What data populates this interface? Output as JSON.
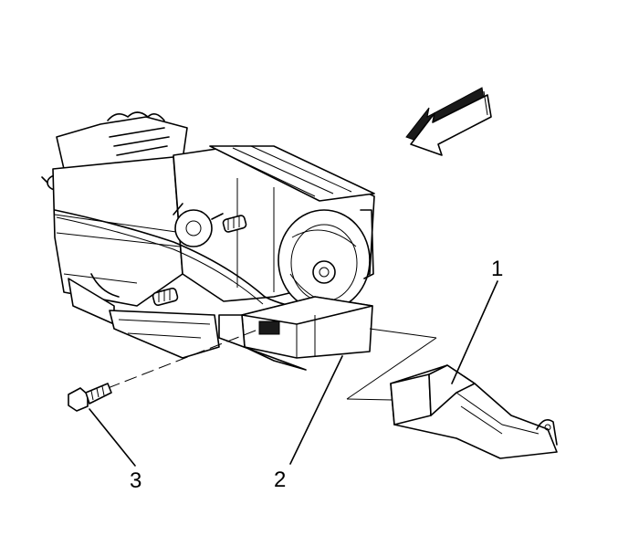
{
  "callouts": [
    {
      "id": "1",
      "label": "1"
    },
    {
      "id": "2",
      "label": "2"
    },
    {
      "id": "3",
      "label": "3"
    }
  ],
  "icons": {
    "direction_arrow": "direction-arrow-icon",
    "hvac_module": "hvac-module",
    "duct": "outlet-duct",
    "fastener": "screw-fastener"
  },
  "colors": {
    "ink": "#000000",
    "shade": "#1a1a1a",
    "background": "#ffffff"
  }
}
